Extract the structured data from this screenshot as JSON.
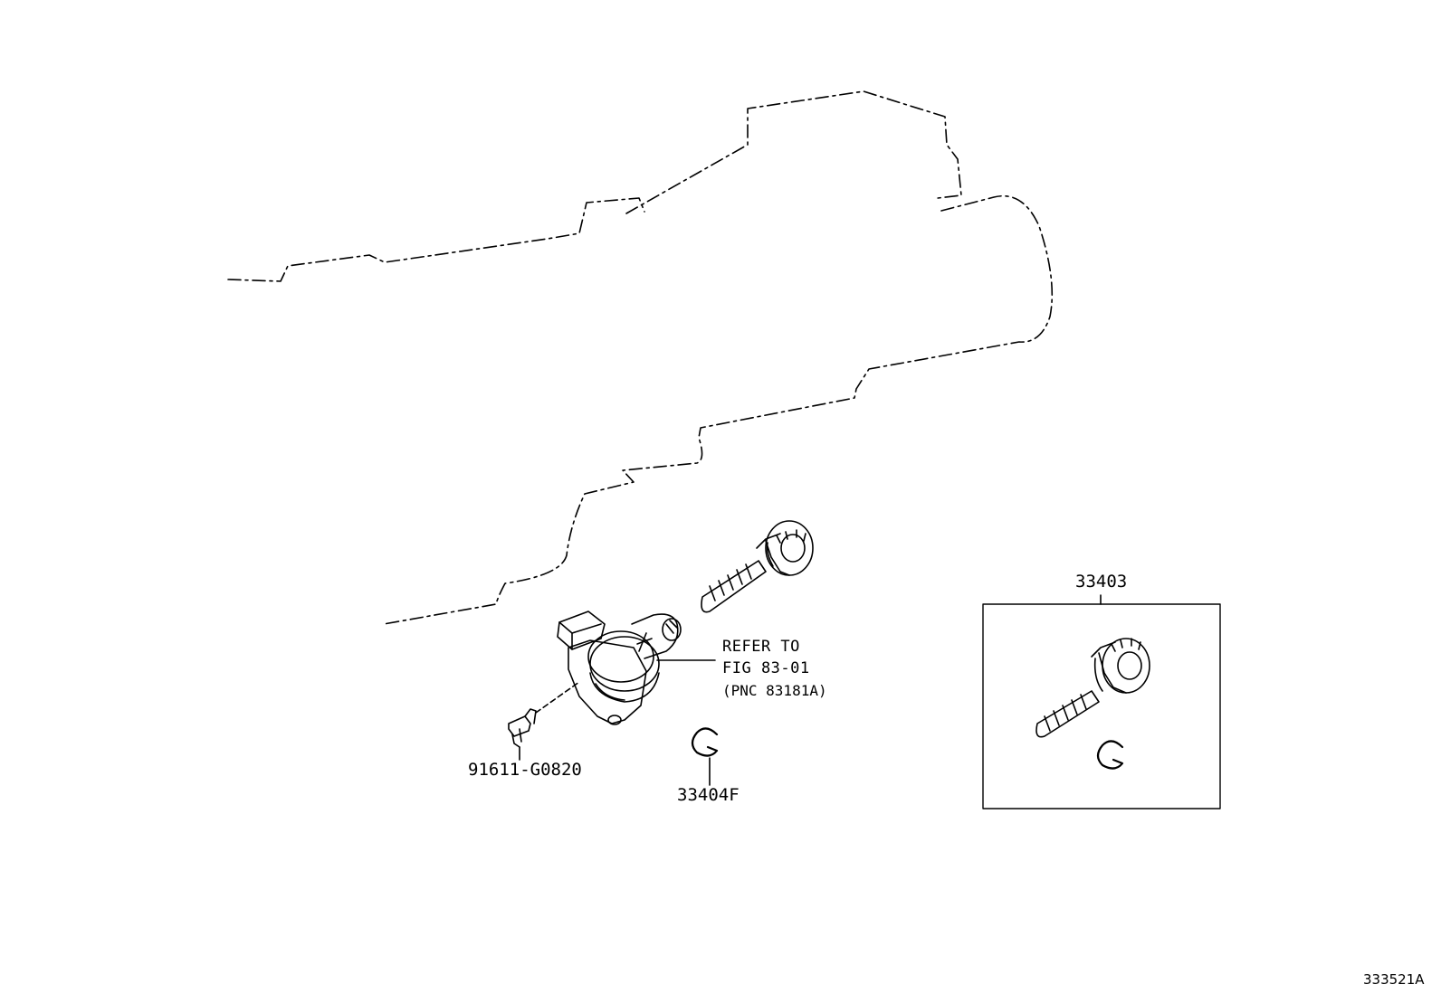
{
  "labels": {
    "part_33403": "33403",
    "part_33404f": "33404F",
    "part_91611": "91611-G0820",
    "refer_line1": "REFER TO",
    "refer_line2": "FIG 83-01",
    "refer_line3": "(PNC 83181A)",
    "figure_id": "333521A"
  },
  "colors": {
    "line": "#000000",
    "background": "#ffffff"
  }
}
